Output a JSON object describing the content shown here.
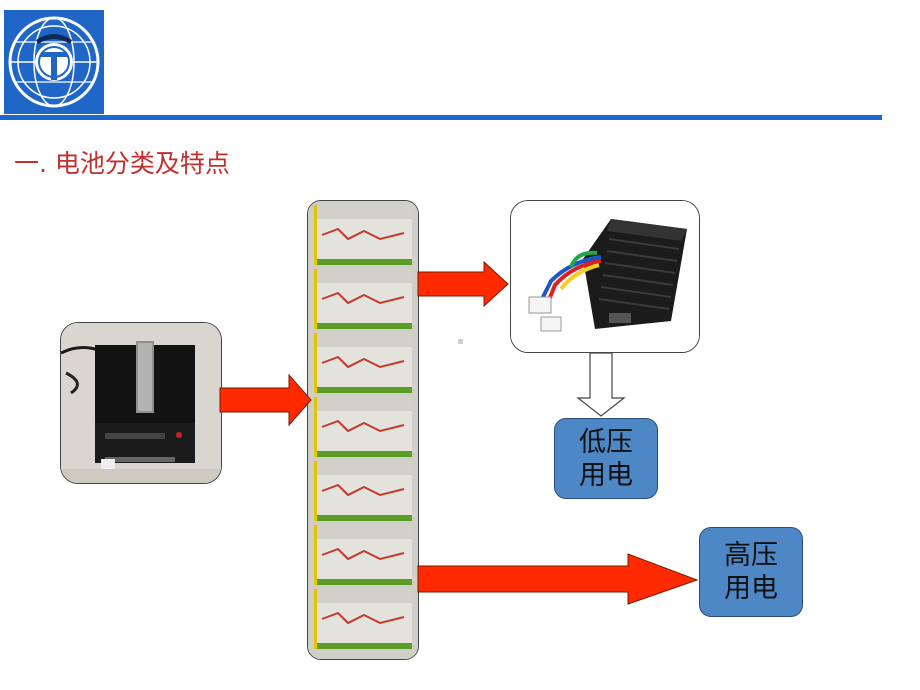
{
  "slide": {
    "section_title": "一. 电池分类及特点",
    "low_voltage_label": [
      "低压",
      "用电"
    ],
    "high_voltage_label": [
      "高压",
      "用电"
    ]
  },
  "images": {
    "charger": "battery-charger-photo",
    "battery_stack": "stacked-lead-acid-batteries-photo",
    "controller": "dc-converter-module-photo"
  },
  "colors": {
    "title_red": "#c0312e",
    "header_blue": "#1a68d0",
    "arrow_red": "#ff2a00",
    "label_blue": "#4e87c6"
  }
}
